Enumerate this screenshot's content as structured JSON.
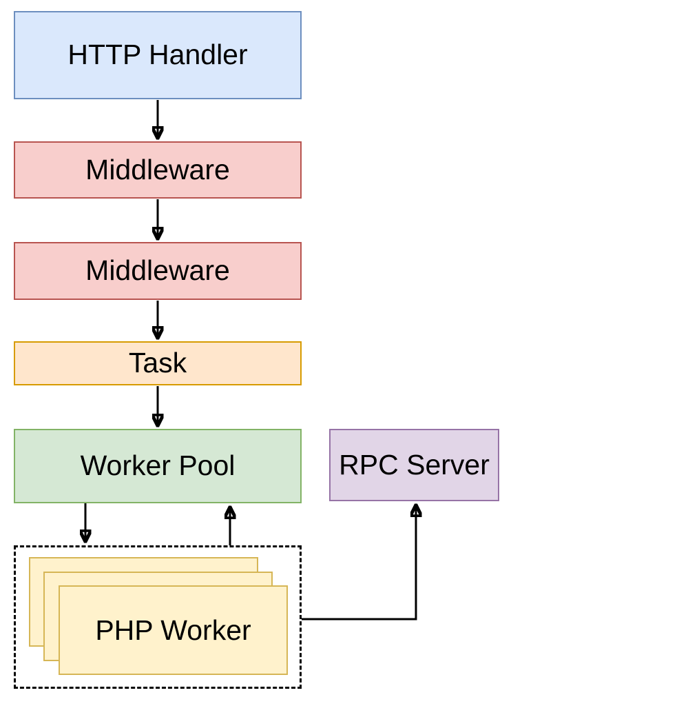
{
  "diagram": {
    "background": "#ffffff",
    "text_color": "#000000",
    "edge_color": "#000000",
    "nodes": {
      "http_handler": {
        "label": "HTTP Handler",
        "fill": "#dae8fc",
        "stroke": "#6c8ebf"
      },
      "middleware_1": {
        "label": "Middleware",
        "fill": "#f8cecc",
        "stroke": "#b85450"
      },
      "middleware_2": {
        "label": "Middleware",
        "fill": "#f8cecc",
        "stroke": "#b85450"
      },
      "task": {
        "label": "Task",
        "fill": "#ffe6cc",
        "stroke": "#d79b00"
      },
      "worker_pool": {
        "label": "Worker Pool",
        "fill": "#d5e8d4",
        "stroke": "#82b366"
      },
      "rpc_server": {
        "label": "RPC Server",
        "fill": "#e1d5e7",
        "stroke": "#9673a6"
      },
      "php_worker": {
        "label": "PHP Worker",
        "fill": "#fff2cc",
        "stroke": "#d6b656",
        "stack_count": 3,
        "container_border": "dashed"
      }
    },
    "edges": [
      {
        "from": "http_handler",
        "to": "middleware_1",
        "direction": "down"
      },
      {
        "from": "middleware_1",
        "to": "middleware_2",
        "direction": "down"
      },
      {
        "from": "middleware_2",
        "to": "task",
        "direction": "down"
      },
      {
        "from": "task",
        "to": "worker_pool",
        "direction": "down"
      },
      {
        "from": "worker_pool",
        "to": "php_worker_group",
        "direction": "down"
      },
      {
        "from": "php_worker_group",
        "to": "worker_pool",
        "direction": "up"
      },
      {
        "from": "php_worker_group",
        "to": "rpc_server",
        "direction": "right-then-up"
      }
    ]
  }
}
